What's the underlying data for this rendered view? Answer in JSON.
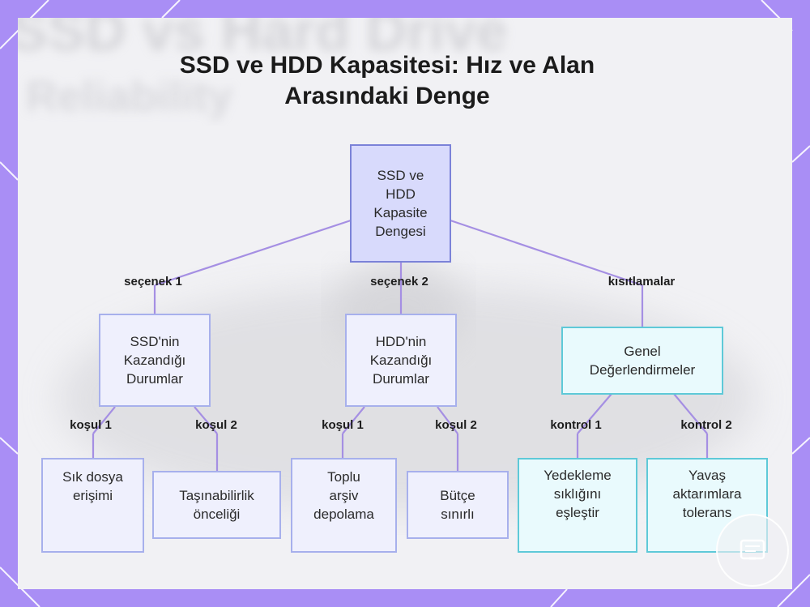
{
  "title": {
    "line1": "SSD ve HDD Kapasitesi: Hız ve Alan",
    "line2": "Arasındaki Denge"
  },
  "background": {
    "blurred_text_1": "SSD vs Hard Drive",
    "blurred_text_2": "Reliability"
  },
  "colors": {
    "frame": "#a98ef5",
    "edge": "#a58fe3",
    "purple_border": "#a7b0ec",
    "cyan_border": "#5ec9d8"
  },
  "nodes": {
    "root": [
      "SSD ve",
      "HDD",
      "Kapasite",
      "Dengesi"
    ],
    "ssd_wins": [
      "SSD'nin",
      "Kazandığı",
      "Durumlar"
    ],
    "hdd_wins": [
      "HDD'nin",
      "Kazandığı",
      "Durumlar"
    ],
    "general": [
      "Genel",
      "Değerlendirmeler"
    ],
    "frequent_access": [
      "Sık dosya",
      "erişimi"
    ],
    "portability": [
      "Taşınabilirlik",
      "önceliği"
    ],
    "bulk_archive": [
      "Toplu",
      "arşiv",
      "depolama"
    ],
    "budget": [
      "Bütçe",
      "sınırlı"
    ],
    "backup": [
      "Yedekleme",
      "sıklığını",
      "eşleştir"
    ],
    "slow_transfer": [
      "Yavaş",
      "aktarımlara",
      "tolerans"
    ]
  },
  "edge_labels": {
    "option1": "seçenek 1",
    "option2": "seçenek 2",
    "constraints": "kısıtlamalar",
    "cond1_ssd": "koşul 1",
    "cond2_ssd": "koşul 2",
    "cond1_hdd": "koşul 1",
    "cond2_hdd": "koşul 2",
    "check1": "kontrol 1",
    "check2": "kontrol 2"
  },
  "icons": {
    "badge": "watermark-logo-icon"
  }
}
